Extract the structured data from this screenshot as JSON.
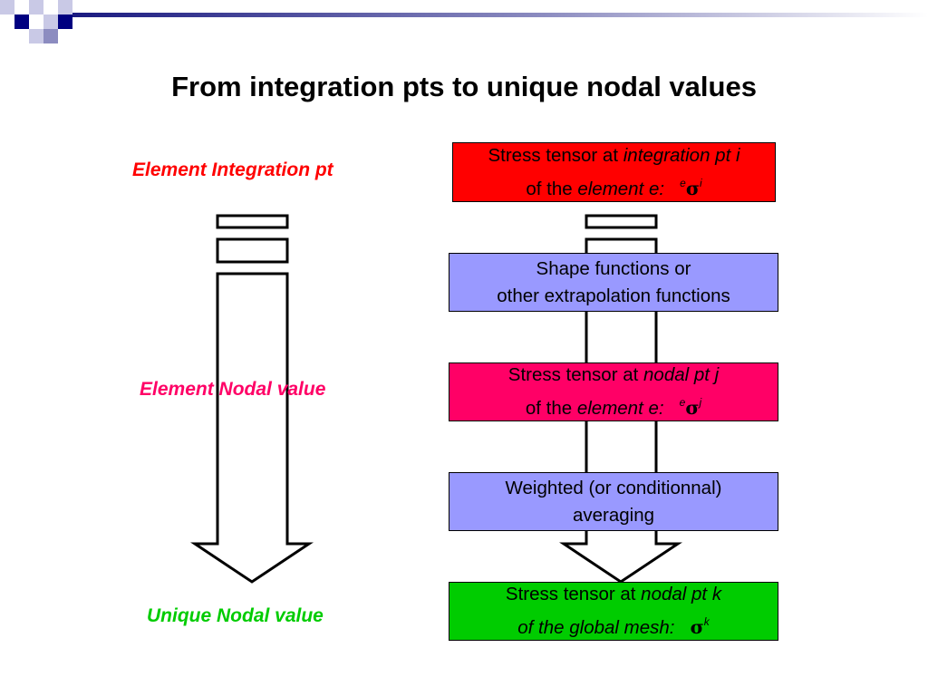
{
  "title": "From integration pts to unique nodal values",
  "left_labels": {
    "integration": "Element Integration pt",
    "nodal": "Element Nodal value",
    "unique": "Unique Nodal value"
  },
  "boxes": {
    "integration_stress": {
      "l1_prefix": "Stress tensor at ",
      "l1_italic": "integration pt i",
      "l2_prefix": "of the ",
      "l2_italic": "element e:",
      "sym_pre": "e",
      "sym": "σ",
      "sym_post": "i"
    },
    "shape_functions": {
      "l1": "Shape functions or",
      "l2": "other extrapolation functions"
    },
    "nodal_stress": {
      "l1_prefix": "Stress tensor at ",
      "l1_italic": "nodal pt j",
      "l2_prefix": "of the ",
      "l2_italic": "element e:",
      "sym_pre": "e",
      "sym": "σ",
      "sym_post": "j"
    },
    "averaging": {
      "l1": "Weighted (or conditionnal)",
      "l2": "averaging"
    },
    "global_stress": {
      "l1_prefix": "Stress tensor at ",
      "l1_italic": "nodal pt k",
      "l2_italic": "of the global mesh:",
      "sym": "σ",
      "sym_post": "k"
    }
  },
  "colors": {
    "integration_red": "#ff0000",
    "nodal_magenta": "#ff0066",
    "unique_green": "#00cc00",
    "shape_blue": "#9999ff",
    "deco_navy": "#000080"
  }
}
